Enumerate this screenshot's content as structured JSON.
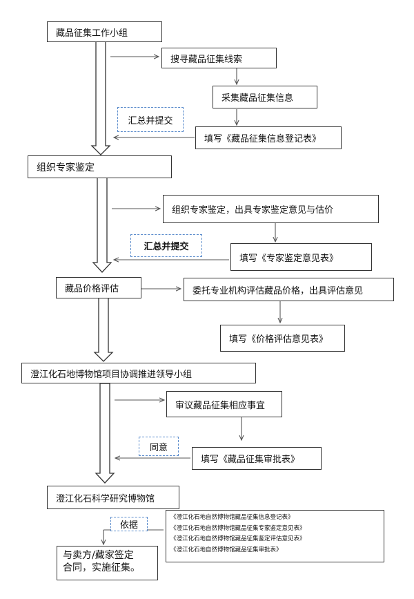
{
  "nodes": {
    "committee": "藏品征集工作小组",
    "search": "搜寻藏品征集线索",
    "collect": "采集藏品征集信息",
    "fill_register": "填写《藏品征集信息登记表》",
    "summarize1": "汇总并提交",
    "expert": "组织专家鉴定",
    "expert_task": "组织专家鉴定，出具专家鉴定意见与估价",
    "summarize2": "汇总并提交",
    "fill_expert": "填写《专家鉴定意见表》",
    "price": "藏品价格评估",
    "entrust": "委托专业机构评估藏品价格，出具评估意见",
    "fill_price": "填写《价格评估意见表》",
    "leading_group": "澄江化石地博物馆项目协调推进领导小组",
    "review": "审议藏品征集相应事宜",
    "agree": "同意",
    "fill_approval": "填写《藏品征集审批表》",
    "museum": "澄江化石科学研究博物馆",
    "basis": "依据",
    "final_line1": "与卖方/藏家签定",
    "final_line2": "合同，实施征集。"
  },
  "documents": [
    "《澄江化石地自然博物馆藏品征集信息登记表》",
    "《澄江化石地自然博物馆藏品征集专家鉴定意见表》",
    "《澄江化石地自然博物馆藏品征集鉴定评估意见表》",
    "《澄江化石地自然博物馆藏品征集审批表》"
  ],
  "colors": {
    "line": "#555555",
    "dashed_border": "#5b8ccc"
  }
}
